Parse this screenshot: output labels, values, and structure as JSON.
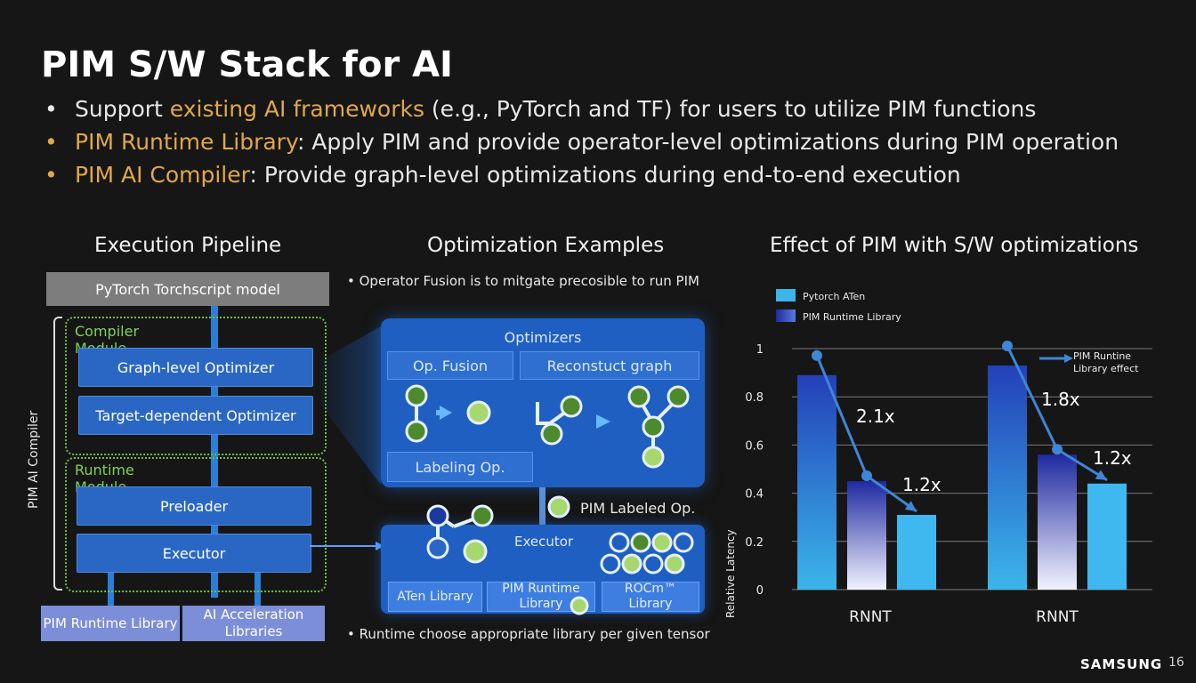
{
  "title": "PIM S/W Stack for AI",
  "bullets": [
    {
      "pre": "Support ",
      "hl": "existing AI frameworks",
      "post": " (e.g., PyTorch and TF) for users to utilize PIM functions"
    },
    {
      "pre": "",
      "hl": "PIM Runtime Library",
      "post": ": Apply PIM and provide operator-level optimizations during PIM operation"
    },
    {
      "pre": "",
      "hl": "PIM AI Compiler",
      "post": ": Provide graph-level optimizations during end-to-end execution"
    }
  ],
  "pipeline": {
    "heading": "Execution Pipeline",
    "model": "PyTorch Torchscript model",
    "side_label": "PIM AI Compiler",
    "compiler_module": "Compiler Module",
    "graph_opt": "Graph-level Optimizer",
    "target_opt": "Target-dependent Optimizer",
    "runtime_module": "Runtime Module",
    "preloader": "Preloader",
    "executor": "Executor",
    "lib1": "PIM Runtime Library",
    "lib2": "AI Acceleration Libraries"
  },
  "optimization": {
    "heading": "Optimization Examples",
    "note_top": "• Operator Fusion is to mitgate precosible to run PIM",
    "optimizers_title": "Optimizers",
    "op_fusion": "Op. Fusion",
    "reconstruct": "Reconstuct graph",
    "labeling": "Labeling Op.",
    "pim_labeled": "PIM Labeled Op.",
    "executor_title": "Executor",
    "libs": [
      "ATen Library",
      "PIM Runtime Library",
      "ROCm™ Library"
    ],
    "note_bottom": "• Runtime choose appropriate library per given tensor"
  },
  "chart_heading": "Effect of PIM with S/W optimizations",
  "chart_data": {
    "type": "bar",
    "title": "",
    "ylabel": "Relative Latency",
    "ylim": [
      0,
      1
    ],
    "yticks": [
      "0",
      "0.2",
      "0.4",
      "0.6",
      "0.8",
      "1"
    ],
    "categories": [
      "RNNT",
      "RNNT"
    ],
    "series": [
      {
        "name": "Pytorch ATen",
        "values": [
          0.89,
          0.93
        ]
      },
      {
        "name": "PIM Runtime Library",
        "values": [
          0.45,
          0.56
        ]
      },
      {
        "name": "",
        "values": [
          0.31,
          0.44
        ]
      }
    ],
    "annotations": [
      "2.1x",
      "1.2x",
      "1.8x",
      "1.2x"
    ],
    "effect_label": "PIM Runtine Library effect",
    "colors": {
      "aten": "#3bb5ea",
      "pim_dark": "#1f2aa0",
      "pim_light": "#3fb8ef",
      "arrow": "#3f86d8"
    }
  },
  "footer": {
    "brand": "SAMSUNG",
    "page": "16"
  }
}
